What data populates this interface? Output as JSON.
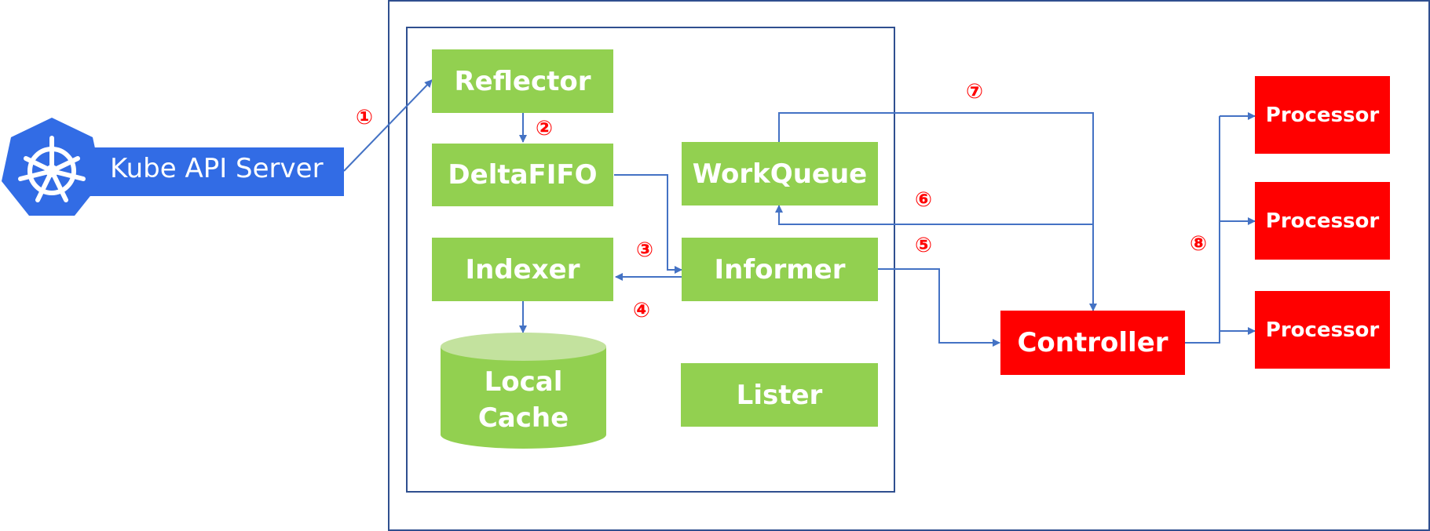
{
  "kube_api_server": {
    "label": "Kube API Server",
    "icon": "kubernetes-helm-icon",
    "color": "#326ce5"
  },
  "boxes": {
    "reflector": "Reflector",
    "deltafifo": "DeltaFIFO",
    "workqueue": "WorkQueue",
    "indexer": "Indexer",
    "informer": "Informer",
    "local_cache": [
      "Local",
      "Cache"
    ],
    "lister": "Lister",
    "controller": "Controller",
    "processors": [
      "Processor",
      "Processor",
      "Processor"
    ]
  },
  "steps": [
    "①",
    "②",
    "③",
    "④",
    "⑤",
    "⑥",
    "⑦",
    "⑧"
  ],
  "colors": {
    "green": "#92d050",
    "red": "#ff0000",
    "arrow": "#4472c4",
    "frame": "#2f4f8f"
  }
}
